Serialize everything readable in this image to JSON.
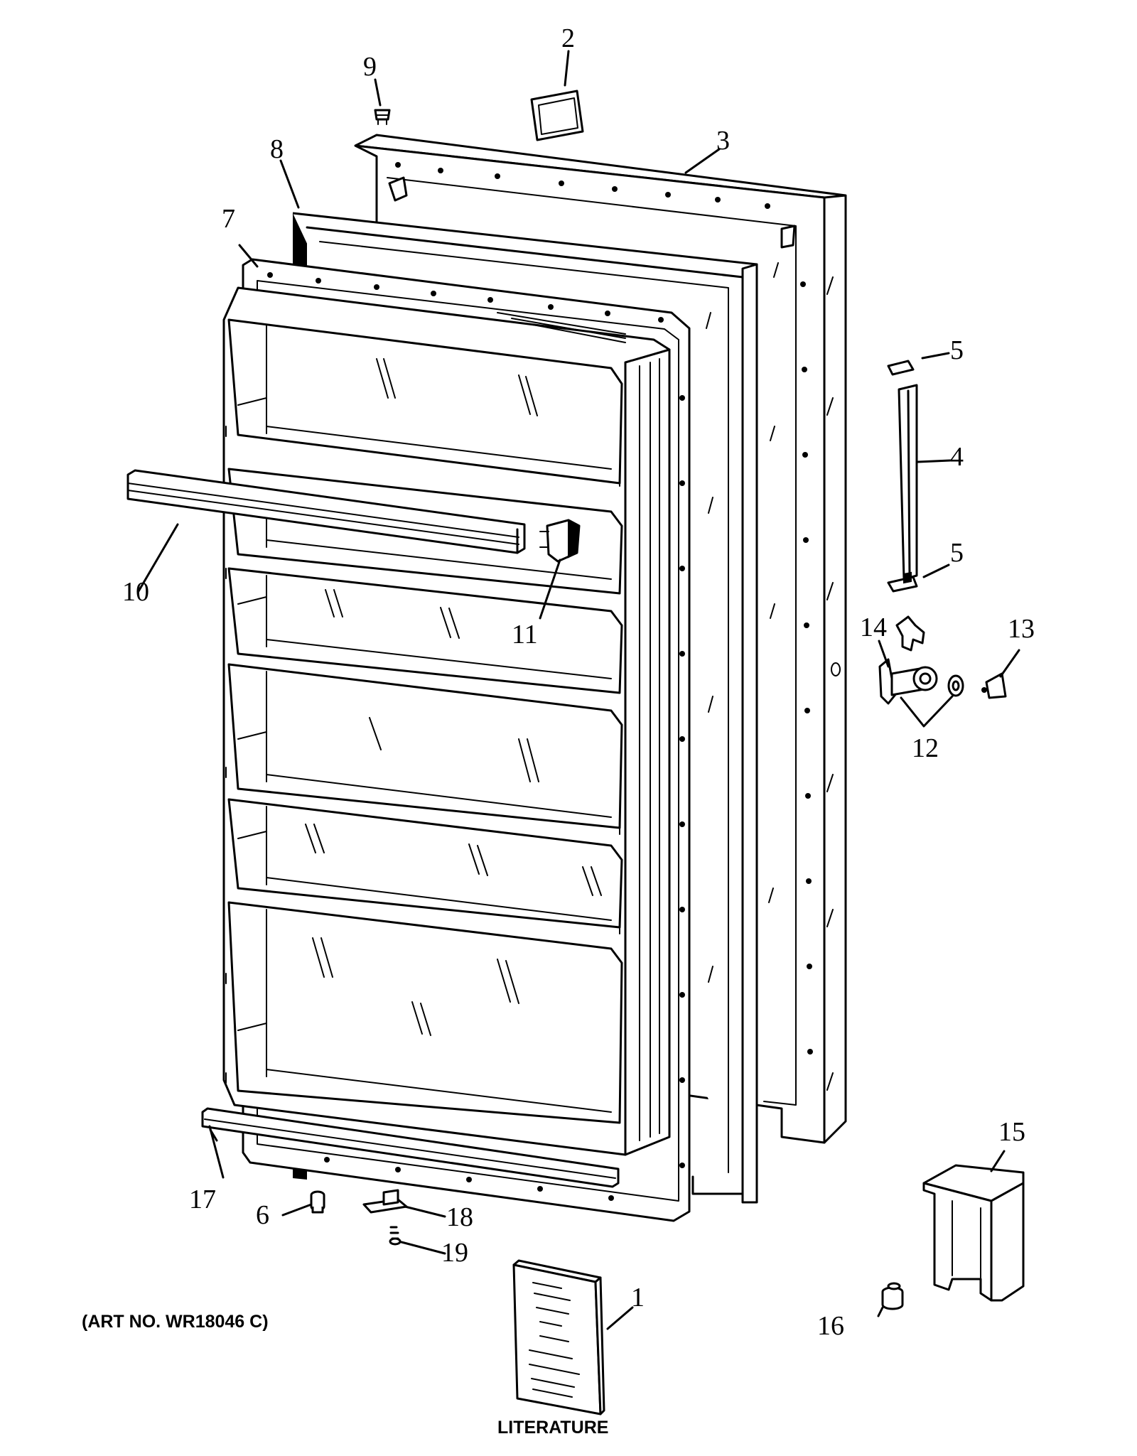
{
  "diagram": {
    "callouts": [
      {
        "id": "1",
        "text": "1"
      },
      {
        "id": "2",
        "text": "2"
      },
      {
        "id": "3",
        "text": "3"
      },
      {
        "id": "4",
        "text": "4"
      },
      {
        "id": "5a",
        "text": "5"
      },
      {
        "id": "5b",
        "text": "5"
      },
      {
        "id": "6",
        "text": "6"
      },
      {
        "id": "7",
        "text": "7"
      },
      {
        "id": "8",
        "text": "8"
      },
      {
        "id": "9",
        "text": "9"
      },
      {
        "id": "10",
        "text": "10"
      },
      {
        "id": "11",
        "text": "11"
      },
      {
        "id": "12",
        "text": "12"
      },
      {
        "id": "13",
        "text": "13"
      },
      {
        "id": "14",
        "text": "14"
      },
      {
        "id": "15",
        "text": "15"
      },
      {
        "id": "16",
        "text": "16"
      },
      {
        "id": "17",
        "text": "17"
      },
      {
        "id": "18",
        "text": "18"
      },
      {
        "id": "19",
        "text": "19"
      }
    ],
    "art_number": "(ART NO. WR18046 C)",
    "literature_label": "LITERATURE"
  }
}
